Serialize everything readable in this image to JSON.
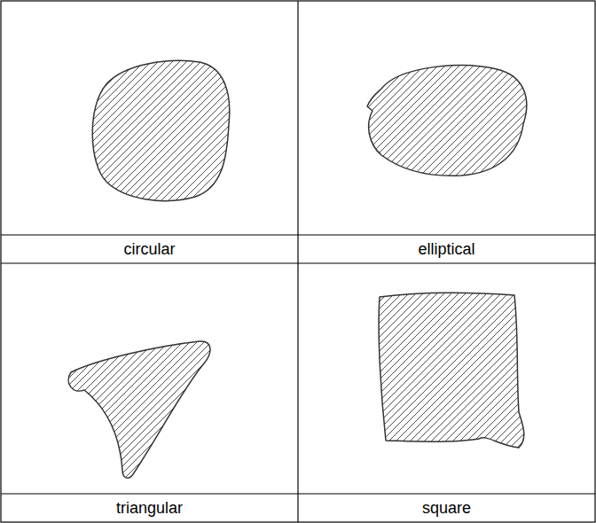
{
  "diagram": {
    "labels": [
      "circular",
      "elliptical",
      "triangular",
      "square"
    ]
  }
}
